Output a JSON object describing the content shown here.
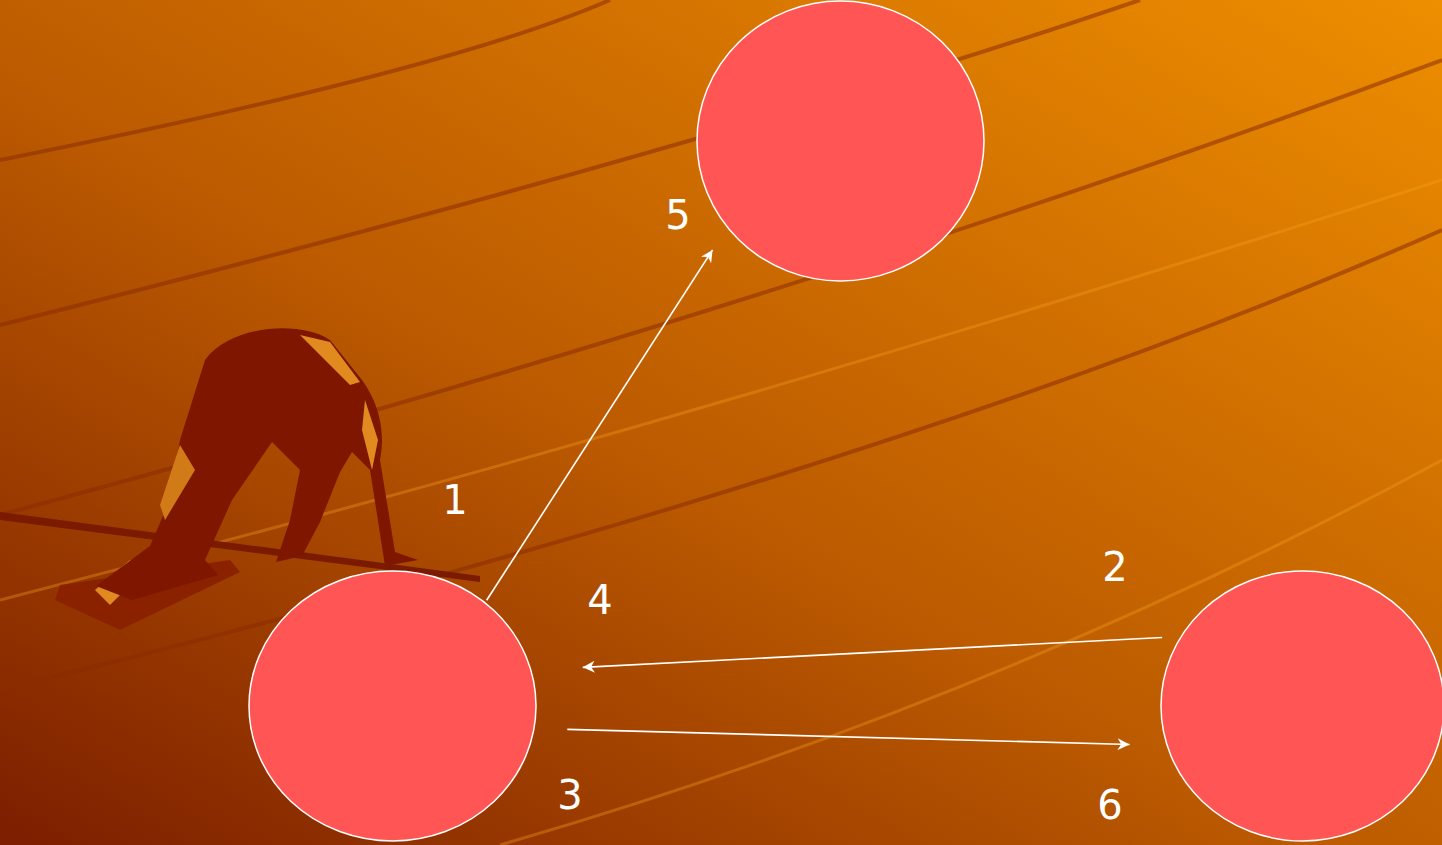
{
  "diagram": {
    "nodes": [
      {
        "text": [
          "5"
        ]
      },
      {
        "text": [
          "1",
          "4",
          "3"
        ]
      },
      {
        "text": [
          "2",
          "6"
        ]
      }
    ],
    "edges": [
      {
        "from": 1,
        "to": 0,
        "arrow": "to"
      },
      {
        "from": 2,
        "to": 1,
        "arrow": "to"
      },
      {
        "from": 1,
        "to": 2,
        "arrow": "to"
      }
    ]
  }
}
